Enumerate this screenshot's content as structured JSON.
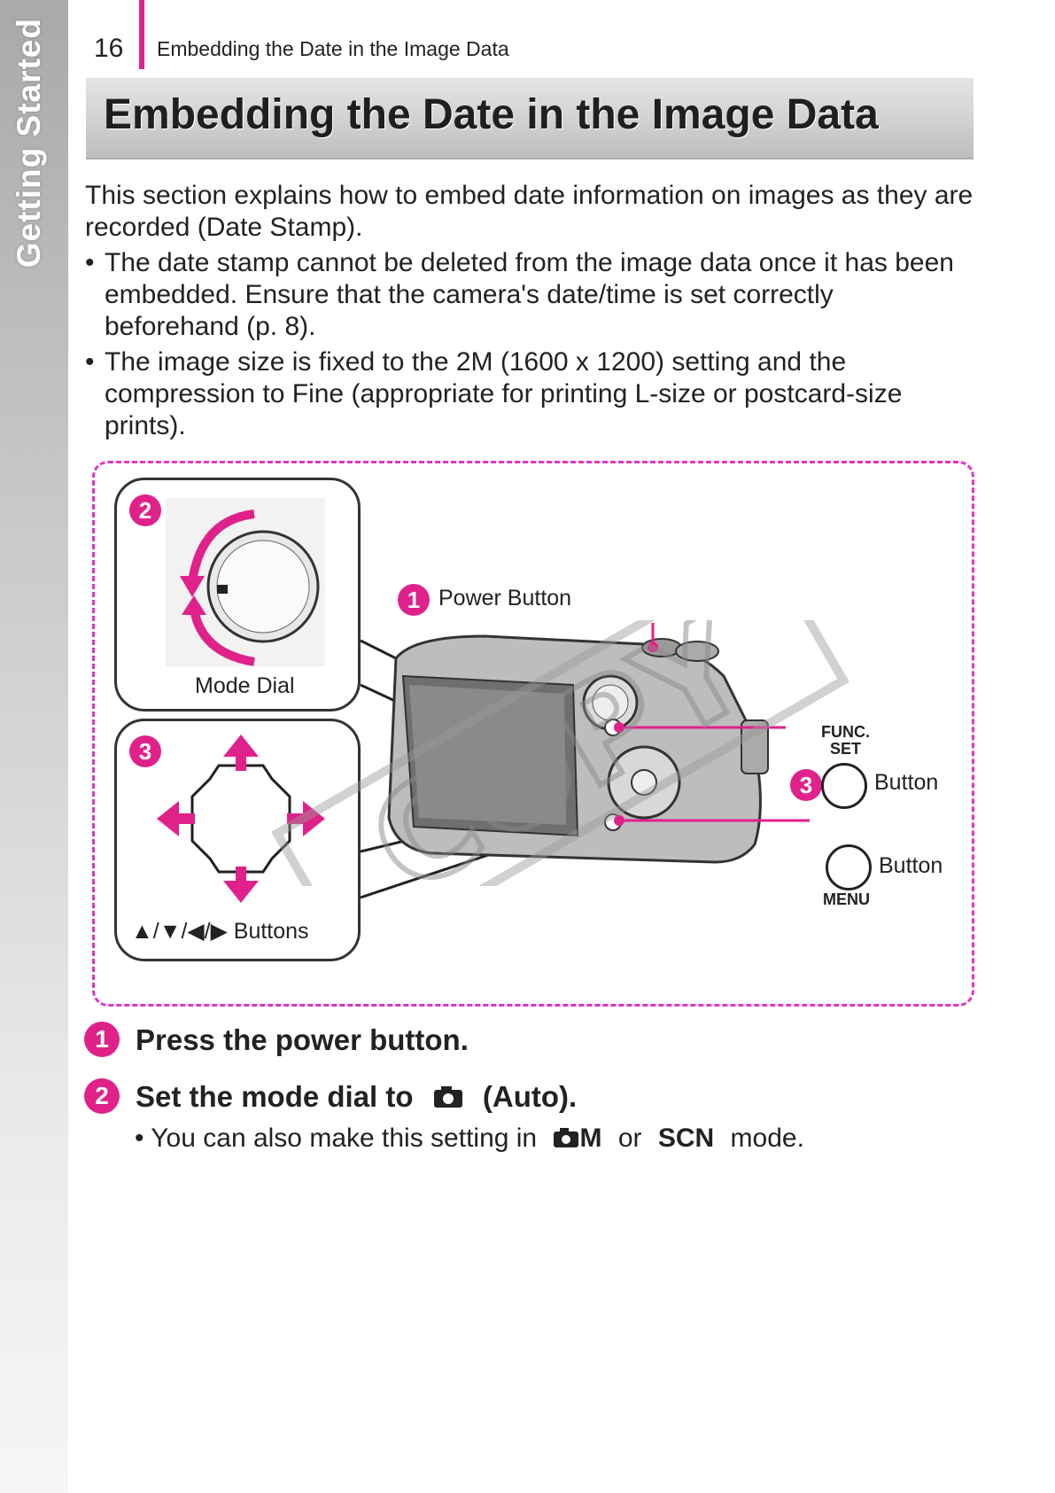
{
  "sidebar": {
    "section": "Getting Started"
  },
  "header": {
    "page_number": "16",
    "running_title": "Embedding the Date in the Image Data"
  },
  "title": "Embedding the Date in the Image Data",
  "intro": "This section explains how to embed date information on images as they are recorded (Date Stamp).",
  "bullets": [
    "The date stamp cannot be deleted from the image data once it has been embedded. Ensure that the camera's date/time is set correctly beforehand (p. 8).",
    "The image size is fixed to the 2M (1600 x 1200) setting and the compression to Fine (appropriate for printing L-size or postcard-size prints)."
  ],
  "figure": {
    "badge_1": "1",
    "badge_2": "2",
    "badge_3": "3",
    "power_button_label": "Power Button",
    "mode_dial_label": "Mode Dial",
    "arrows_buttons_label": "Buttons",
    "arrow_sep": "/",
    "func_set_top": "FUNC.",
    "func_set_bottom": "SET",
    "func_button_label": "Button",
    "menu_label": "MENU",
    "menu_button_label": "Button",
    "watermark": "COPY"
  },
  "steps": [
    {
      "num": "1",
      "text": "Press the power button."
    },
    {
      "num": "2",
      "text": "Set the mode dial to",
      "text_end": "(Auto)."
    }
  ],
  "sub_note": {
    "prefix": "• You can also make this setting in",
    "mode_a": "M",
    "or": "or",
    "mode_b": "SCN",
    "suffix": "mode."
  },
  "colors": {
    "accent": "#e0218a",
    "dash": "#e533c5"
  }
}
